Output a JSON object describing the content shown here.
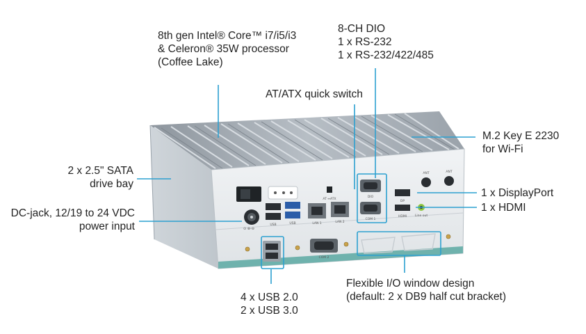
{
  "labels": {
    "processor": [
      "8th gen Intel® Core™ i7/i5/i3",
      "& Celeron® 35W processor",
      "(Coffee Lake)"
    ],
    "serial": [
      "8-CH DIO",
      "1 x RS-232",
      "1 x RS-232/422/485"
    ],
    "atatx": [
      "AT/ATX quick switch"
    ],
    "m2": [
      "M.2 Key E 2230",
      "for Wi-Fi"
    ],
    "sata": [
      "2 x 2.5\" SATA",
      "drive bay"
    ],
    "dcjack": [
      "DC-jack, 12/19 to 24 VDC",
      "power input"
    ],
    "displayport": [
      "1 x DisplayPort"
    ],
    "hdmi": [
      "1 x HDMI"
    ],
    "usb": [
      "4 x USB 2.0",
      "2 x USB 3.0"
    ],
    "flexio": [
      "Flexible I/O window design",
      "(default: 2 x DB9 half cut bracket)"
    ]
  },
  "panel_labels": {
    "usb_a": "USB",
    "usb_b": "USB",
    "lan1": "LAN 1",
    "lan2": "LAN 2",
    "atatx": "AT ↔ATX",
    "dio": "DIO",
    "com1": "COM 1",
    "com2": "COM 2",
    "dp": "DP",
    "hdmi": "HDMI",
    "lineout": "Line out",
    "ant1": "ANT",
    "ant2": "ANT",
    "dc": "⊙ ⊕-⊖"
  },
  "colors": {
    "callout": "#2ca0d0",
    "chassis_front": "#e9ecef",
    "heatsink": "#a7afb7",
    "teal_band": "#6fb2ad"
  }
}
